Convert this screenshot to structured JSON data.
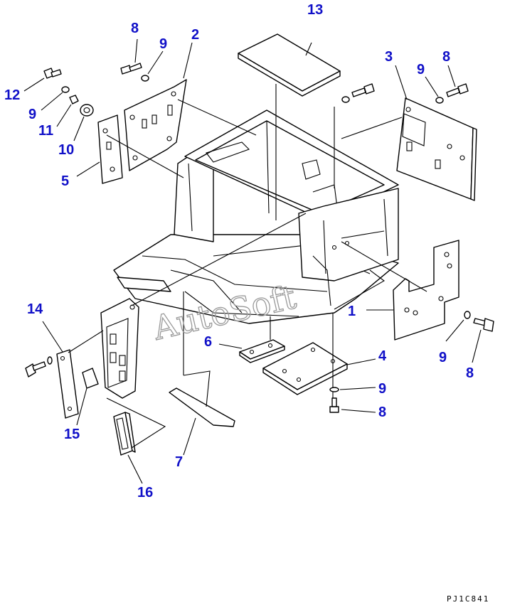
{
  "drawing_code": "PJ1C841",
  "watermark": "AutoSoft",
  "callouts": {
    "c1": "1",
    "c2": "2",
    "c3": "3",
    "c4": "4",
    "c5": "5",
    "c6": "6",
    "c7": "7",
    "c8a": "8",
    "c8b": "8",
    "c8c": "8",
    "c8d": "8",
    "c9a": "9",
    "c9b": "9",
    "c9c": "9",
    "c9d": "9",
    "c9e": "9",
    "c10": "10",
    "c11": "11",
    "c12": "12",
    "c13": "13",
    "c14": "14",
    "c15": "15",
    "c16": "16"
  },
  "colors": {
    "callout": "#1010c8",
    "line": "#000000",
    "watermark": "#9a9a9a"
  }
}
